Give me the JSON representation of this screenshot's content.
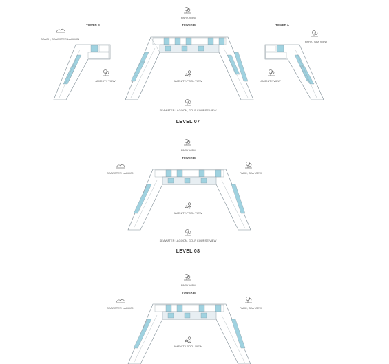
{
  "levels": [
    {
      "title": "LEVEL 07",
      "park_view": "PARK VIEW",
      "tower_b": "TOWER B",
      "tower_c": "TOWER C",
      "tower_a": "TOWER A",
      "beach_view": "BEACH, SEAWATER LAGOON",
      "park_sea_view": "PARK, SEA VIEW",
      "amenity_view_left": "AMENITY VIEW",
      "amenity_view_right": "AMENITY VIEW",
      "amenity_pool_view": "AMENITY-POOL VIEW",
      "lagoon_golf_view": "SEAWATER LAGOON, GOLF COURSE VIEW"
    },
    {
      "title": "LEVEL 08",
      "park_view": "PARK VIEW",
      "tower_b": "TOWER B",
      "seawater_lagoon": "SEAWATER LAGOON",
      "park_sea_view": "PARK, SEA VIEW",
      "amenity_pool_view": "AMENITY-POOL VIEW",
      "lagoon_golf_view": "SEAWATER LAGOON, GOLF COURSE VIEW"
    },
    {
      "park_view": "PARK VIEW",
      "tower_b": "TOWER B",
      "seawater_lagoon": "SEAWATER LAGOON",
      "park_sea_view": "PARK, SEA VIEW",
      "amenity_pool_view": "AMENITY-POOL VIEW"
    }
  ],
  "colors": {
    "highlight": "#9fd2e0",
    "outline": "#7c8a93"
  },
  "icons": [
    "tree-icon",
    "pool-icon",
    "lagoon-icon"
  ]
}
